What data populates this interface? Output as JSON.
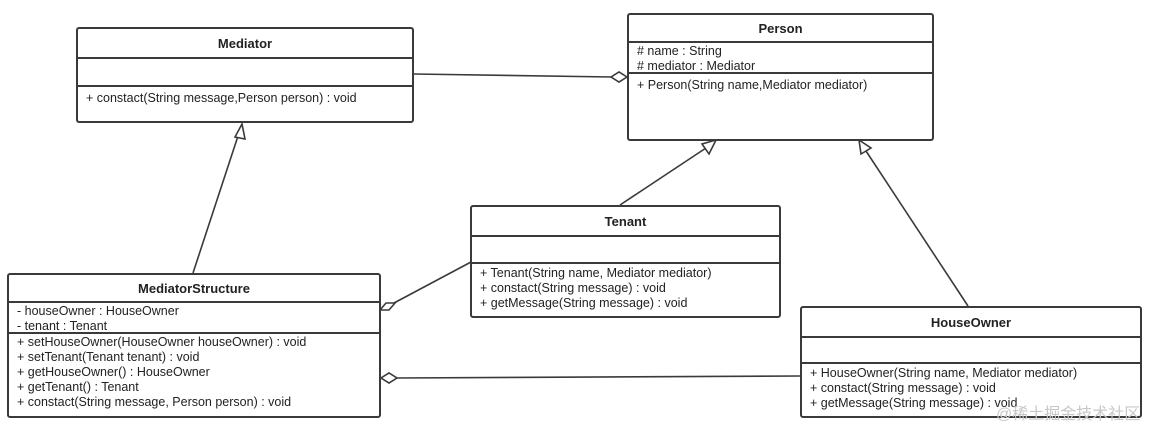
{
  "classes": {
    "mediator": {
      "name": "Mediator",
      "attributes": [],
      "operations": [
        "+ constact(String message,Person person) : void"
      ]
    },
    "person": {
      "name": "Person",
      "attributes": [
        "# name : String",
        "# mediator : Mediator"
      ],
      "operations": [
        "+ Person(String name,Mediator mediator)"
      ]
    },
    "tenant": {
      "name": "Tenant",
      "attributes": [],
      "operations": [
        "+ Tenant(String name, Mediator mediator)",
        "+ constact(String message) : void",
        "+ getMessage(String message) : void"
      ]
    },
    "mediator_structure": {
      "name": "MediatorStructure",
      "attributes": [
        "- houseOwner : HouseOwner",
        "- tenant : Tenant"
      ],
      "operations": [
        "+ setHouseOwner(HouseOwner houseOwner) : void",
        "+ setTenant(Tenant tenant) : void",
        "+ getHouseOwner() : HouseOwner",
        "+ getTenant() : Tenant",
        "+ constact(String message, Person person) : void"
      ]
    },
    "house_owner": {
      "name": "HouseOwner",
      "attributes": [],
      "operations": [
        "+ HouseOwner(String name, Mediator mediator)",
        "+ constact(String message) : void",
        "+ getMessage(String message) : void"
      ]
    }
  },
  "relations": [
    {
      "from": "mediator",
      "to": "person",
      "kind": "aggregation"
    },
    {
      "from": "mediator_structure",
      "to": "mediator",
      "kind": "generalization"
    },
    {
      "from": "tenant",
      "to": "person",
      "kind": "generalization"
    },
    {
      "from": "house_owner",
      "to": "person",
      "kind": "generalization"
    },
    {
      "from": "tenant",
      "to": "mediator_structure",
      "kind": "aggregation"
    },
    {
      "from": "house_owner",
      "to": "mediator_structure",
      "kind": "aggregation"
    }
  ],
  "watermark": "@稀土掘金技术社区"
}
